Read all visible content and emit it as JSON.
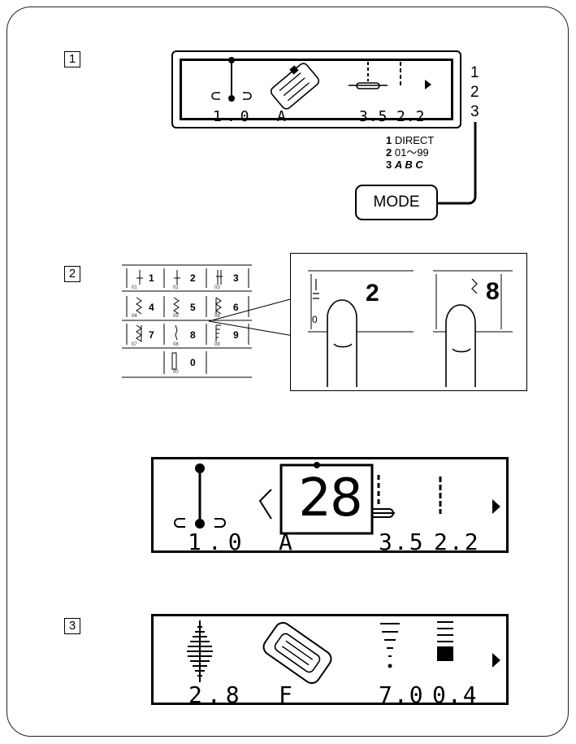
{
  "steps": [
    "1",
    "2",
    "3"
  ],
  "section1": {
    "lcd": {
      "stitch_width": "1.0",
      "foot": "A",
      "length": "3.5",
      "tension": "2.2"
    },
    "mode_rows": [
      "1",
      "2",
      "3"
    ],
    "legend": [
      {
        "num": "1",
        "text": "DIRECT"
      },
      {
        "num": "2",
        "text": "01～99"
      },
      {
        "num": "3",
        "text": "A B C"
      }
    ],
    "mode_button": "MODE"
  },
  "section2": {
    "grid": [
      {
        "label": "1",
        "code": "01"
      },
      {
        "label": "2",
        "code": "02"
      },
      {
        "label": "3",
        "code": "03"
      },
      {
        "label": "4",
        "code": "04"
      },
      {
        "label": "5",
        "code": "05"
      },
      {
        "label": "6",
        "code": "06"
      },
      {
        "label": "7",
        "code": "07"
      },
      {
        "label": "8",
        "code": "08"
      },
      {
        "label": "9",
        "code": "09"
      },
      {
        "label": "0",
        "code": "00"
      }
    ],
    "zoom_left": "2",
    "zoom_left_sub": "0",
    "zoom_right": "8",
    "lcd": {
      "stitch_width": "1.0",
      "foot": "A",
      "length": "3.5",
      "tension": "2.2",
      "popup": "28"
    }
  },
  "section3": {
    "lcd": {
      "stitch_width": "2.8",
      "foot": "F",
      "length": "7.0",
      "tension": "0.4"
    }
  }
}
